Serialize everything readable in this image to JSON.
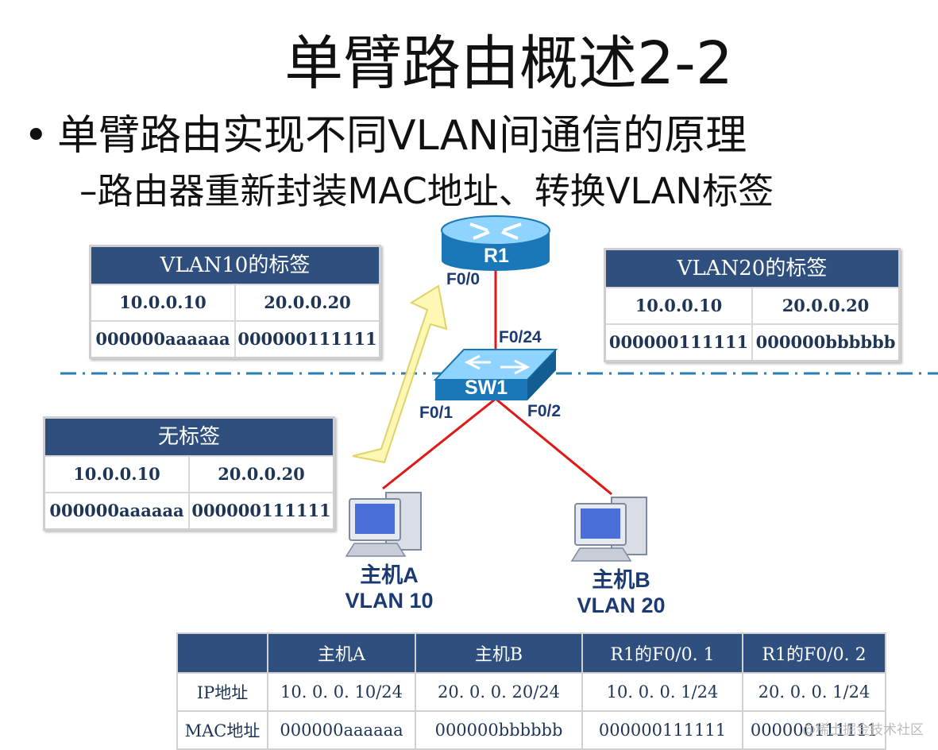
{
  "title": "单臂路由概述2-2",
  "bullet1": "单臂路由实现不同VLAN间通信的原理",
  "bullet2": "–路由器重新封装MAC地址、转换VLAN标签",
  "vlan10_tag": {
    "header": "VLAN10的标签",
    "ip": [
      "10.0.0.10",
      "20.0.0.20"
    ],
    "mac": [
      "000000aaaaaa",
      "000000111111"
    ]
  },
  "vlan20_tag": {
    "header": "VLAN20的标签",
    "ip": [
      "10.0.0.10",
      "20.0.0.20"
    ],
    "mac": [
      "000000111111",
      "000000bbbbbb"
    ]
  },
  "no_tag": {
    "header": "无标签",
    "ip": [
      "10.0.0.10",
      "20.0.0.20"
    ],
    "mac": [
      "000000aaaaaa",
      "000000111111"
    ]
  },
  "devices": {
    "router": "R1",
    "switch": "SW1",
    "router_port": "F0/0",
    "switch_uplink": "F0/24",
    "switch_port_a": "F0/1",
    "switch_port_b": "F0/2",
    "host_a": {
      "name": "主机A",
      "vlan": "VLAN 10"
    },
    "host_b": {
      "name": "主机B",
      "vlan": "VLAN 20"
    }
  },
  "info_table": {
    "headers": [
      "",
      "主机A",
      "主机B",
      "R1的F0/0. 1",
      "R1的F0/0. 2"
    ],
    "rows": [
      [
        "IP地址",
        "10. 0. 0. 10/24",
        "20. 0. 0. 20/24",
        "10. 0. 0. 1/24",
        "20. 0. 0. 1/24"
      ],
      [
        "MAC地址",
        "000000aaaaaa",
        "000000bbbbbb",
        "000000111111",
        "000000111111"
      ]
    ]
  },
  "watermark": "@稀土掘金技术社区",
  "colors": {
    "header_bg": "#2f4f7f",
    "link": "#e01818",
    "label": "#1b3a73",
    "arrow_fill": "#fff7b0",
    "arrow_stroke": "#e0d060",
    "divider": "#2a7fb0"
  },
  "icons": [
    "router-icon",
    "switch-icon",
    "computer-icon",
    "arrow-up-icon"
  ]
}
